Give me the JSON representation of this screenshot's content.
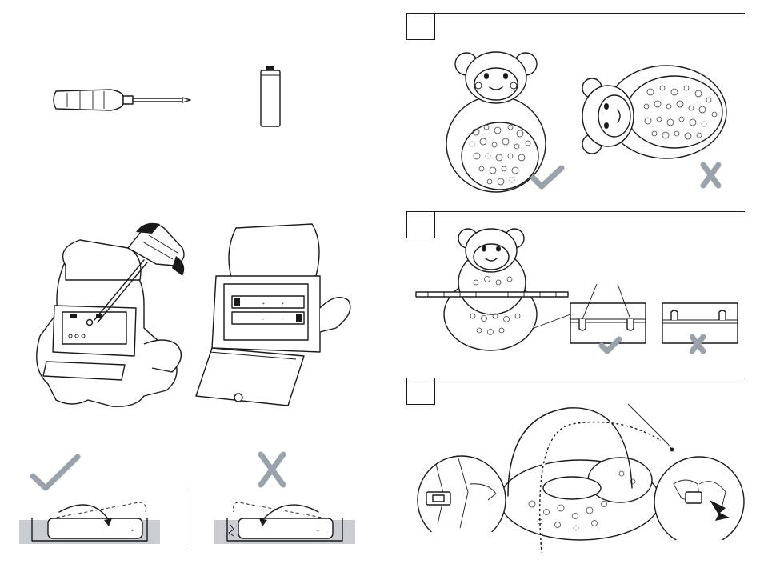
{
  "page": {
    "left_panel": {
      "tools": [
        {
          "name": "screwdriver",
          "icon": "screwdriver-icon"
        },
        {
          "name": "battery",
          "icon": "battery-icon"
        }
      ],
      "battery_fit_examples": [
        {
          "result": "correct",
          "icon": "checkmark-icon",
          "polarity_marks": [
            "+"
          ]
        },
        {
          "result": "incorrect",
          "icon": "cross-icon",
          "polarity_marks": [
            "+"
          ]
        }
      ],
      "battery_compartment_marks": [
        "+",
        "+",
        "-",
        "-"
      ]
    },
    "right_panel": {
      "steps": [
        {
          "number": "",
          "results": [
            "correct",
            "incorrect"
          ]
        },
        {
          "number": "",
          "results": [
            "correct",
            "incorrect"
          ]
        },
        {
          "number": "",
          "results": []
        }
      ]
    },
    "colors": {
      "ink": "#1a1a1a",
      "mark_gray": "#9aa3ab",
      "tray_gray": "#c9cdd1"
    }
  }
}
